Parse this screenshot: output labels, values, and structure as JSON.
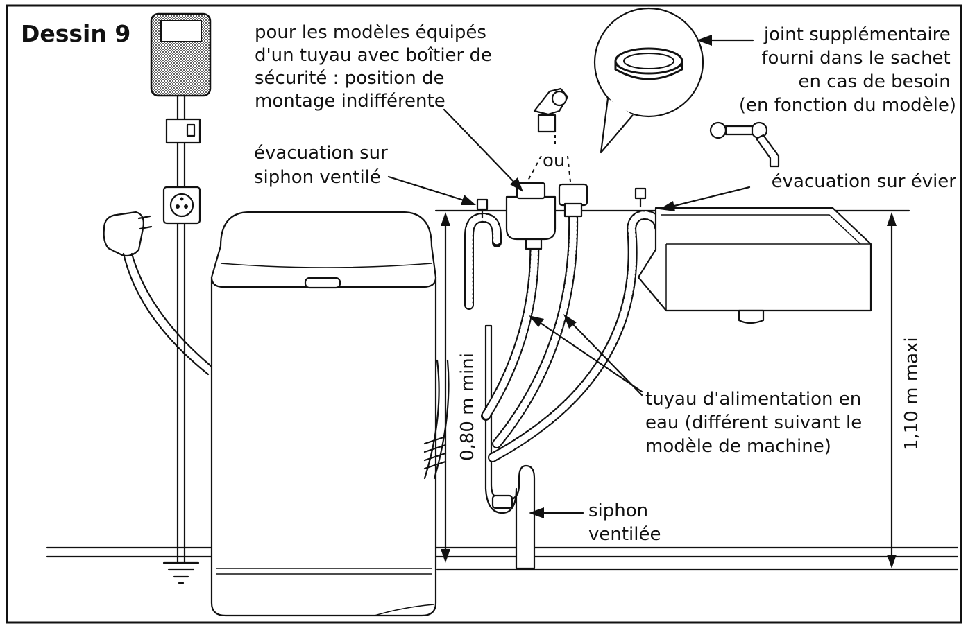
{
  "title": "Dessin 9",
  "labels": {
    "safety_box": [
      "pour les modèles équipés",
      "d'un tuyau avec boîtier de",
      "sécurité : position de",
      "montage indifférente"
    ],
    "extra_seal": [
      "joint supplémentaire",
      "fourni dans le sachet",
      "en cas de besoin",
      "(en fonction du modèle)"
    ],
    "ou": "ou",
    "vented_siphon_drain": [
      "évacuation sur",
      "siphon ventilé"
    ],
    "sink_drain": "évacuation sur évier",
    "water_hose": [
      "tuyau d'alimentation en",
      "eau (différent suivant le",
      "modèle de machine)"
    ],
    "vented_siphon": [
      "siphon",
      "ventilée"
    ],
    "min_height": "0,80 m mini",
    "max_height": "1,10 m maxi"
  }
}
